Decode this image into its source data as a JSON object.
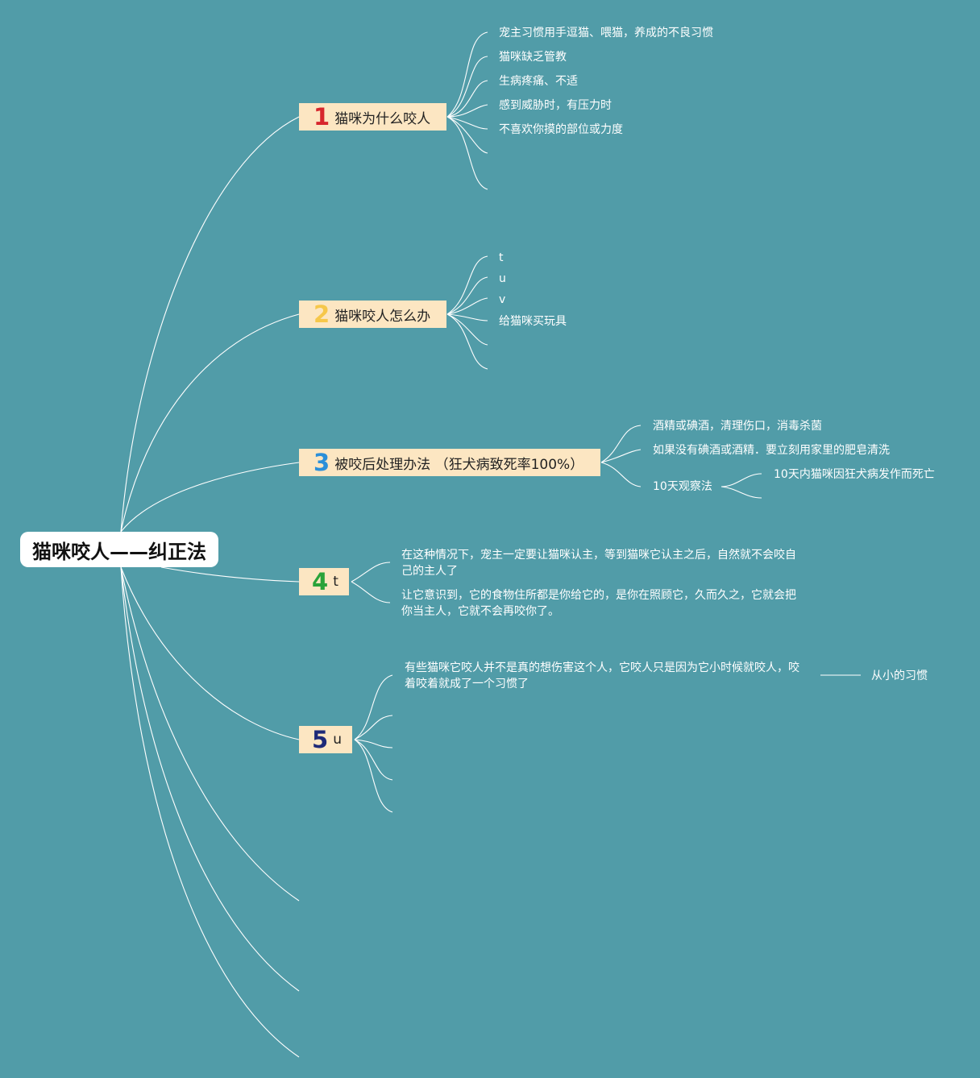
{
  "root": {
    "title": "猫咪咬人——纠正法"
  },
  "topics": [
    {
      "number": "1",
      "number_color": "#d7262c",
      "label": "猫咪为什么咬人",
      "children": [
        "宠主习惯用手逗猫、喂猫，养成的不良习惯",
        "猫咪缺乏管教",
        "生病疼痛、不适",
        "感到威胁时，有压力时",
        "不喜欢你摸的部位或力度"
      ]
    },
    {
      "number": "2",
      "number_color": "#f6c74a",
      "label": "猫咪咬人怎么办",
      "children": [
        "t",
        "u",
        "v",
        "给猫咪买玩具"
      ]
    },
    {
      "number": "3",
      "number_color": "#2b8fd9",
      "label": "被咬后处理办法 （狂犬病致死率100%）",
      "children": [
        "酒精或碘酒，清理伤口，消毒杀菌",
        "如果没有碘酒或酒精．要立刻用家里的肥皂清洗",
        "10天观察法"
      ],
      "grandchildren": [
        "10天内猫咪因狂犬病发作而死亡"
      ]
    },
    {
      "number": "4",
      "number_color": "#2aa33a",
      "label": "t",
      "children": [
        "在这种情况下，宠主一定要让猫咪认主，等到猫咪它认主之后，自然就不会咬自己的主人了",
        "让它意识到，它的食物住所都是你给它的，是你在照顾它，久而久之，它就会把你当主人，它就不会再咬你了。"
      ]
    },
    {
      "number": "5",
      "number_color": "#1e2a78",
      "label": "u",
      "children": [
        "有些猫咪它咬人并不是真的想伤害这个人，它咬人只是因为它小时候就咬人，咬着咬着就成了一个习惯了"
      ],
      "grandchildren": [
        "从小的习惯"
      ]
    }
  ]
}
